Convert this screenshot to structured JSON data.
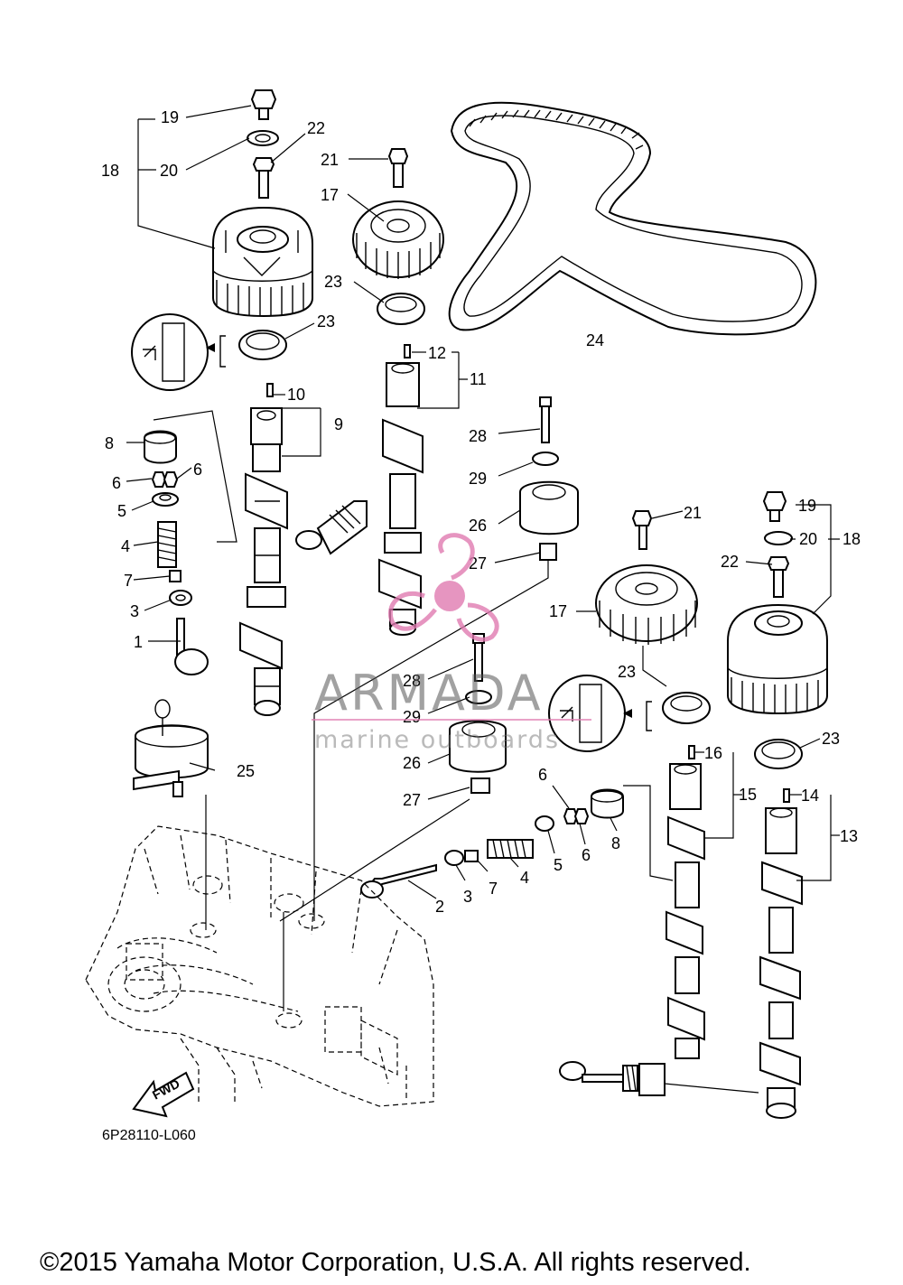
{
  "diagram": {
    "part_code": "6P28110-L060",
    "copyright": "©2015 Yamaha Motor Corporation, U.S.A. All rights reserved.",
    "direction_label": "FWD",
    "watermark": {
      "brand": "ARMADA",
      "tagline": "marine outboards",
      "accent_color": "#e07bb0"
    },
    "callouts": [
      "1",
      "2",
      "3",
      "4",
      "5",
      "6",
      "7",
      "8",
      "9",
      "10",
      "11",
      "12",
      "13",
      "14",
      "15",
      "16",
      "17",
      "18",
      "19",
      "20",
      "21",
      "22",
      "23",
      "24",
      "25",
      "26",
      "27",
      "28",
      "29"
    ]
  }
}
